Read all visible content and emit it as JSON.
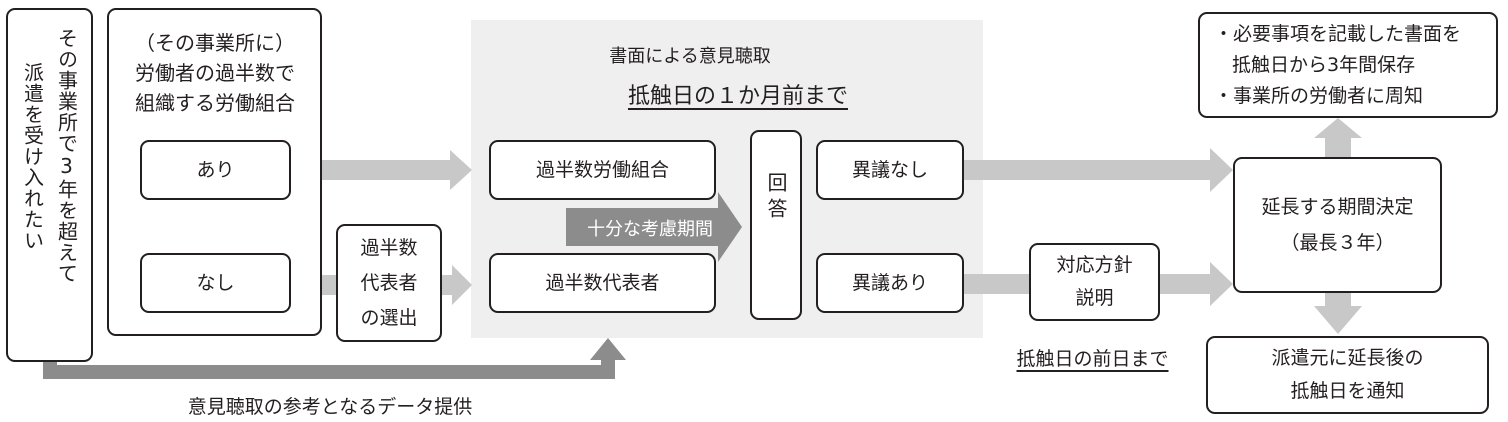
{
  "left": {
    "col1": "派遣を受け入れたい",
    "col2": "その事業所で3年を超えて"
  },
  "union_box": {
    "title_lines": [
      "（その事業所に）",
      "労働者の過半数で",
      "組織する労働組合"
    ],
    "yes": "あり",
    "no": "なし"
  },
  "rep_select": [
    "過半数",
    "代表者",
    "の選出"
  ],
  "hearing": {
    "title": "書面による意見聴取",
    "deadline": "抵触日の１か月前まで",
    "union": "過半数労働組合",
    "rep": "過半数代表者",
    "period": "十分な考慮期間"
  },
  "answer": "回答",
  "no_objection": "異議なし",
  "objection": "異議あり",
  "policy": [
    "対応方針",
    "説明"
  ],
  "prev_day": "抵触日の前日まで",
  "decision": [
    "延長する期間決定",
    "（最長３年）"
  ],
  "requirements": [
    "・必要事項を記載した書面を",
    "抵触日から3年間保存",
    "・事業所の労働者に周知"
  ],
  "notify": [
    "派遣元に延長後の",
    "抵触日を通知"
  ],
  "data_provision": "意見聴取の参考となるデータ提供",
  "colors": {
    "panel": "#efefef",
    "arrow_light": "#c8c8c8",
    "arrow_dark": "#8c8c8c",
    "border": "#231f20"
  }
}
